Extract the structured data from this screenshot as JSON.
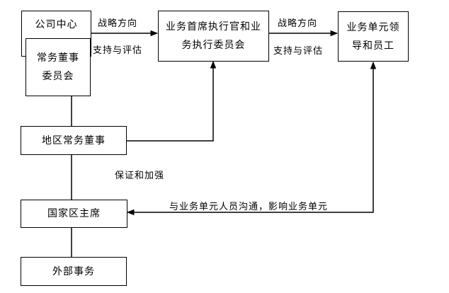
{
  "nodes": {
    "corporate_center": "公司中心",
    "managing_directors_committee": "常务董事委员会",
    "business_ceo_committee": "业务首席执行官和业务执行委员会",
    "business_unit_leaders": "业务单元领导和员工",
    "regional_managing_director": "地区常务董事",
    "country_chairman": "国家区主席",
    "external_affairs": "外部事务"
  },
  "edges": {
    "strategy_1": "战略方向",
    "support_1": "支持与评估",
    "strategy_2": "战略方向",
    "support_2": "支持与评估",
    "guarantee": "保证和加强",
    "communicate": "与业务单元人员沟通，影响业务单元"
  }
}
